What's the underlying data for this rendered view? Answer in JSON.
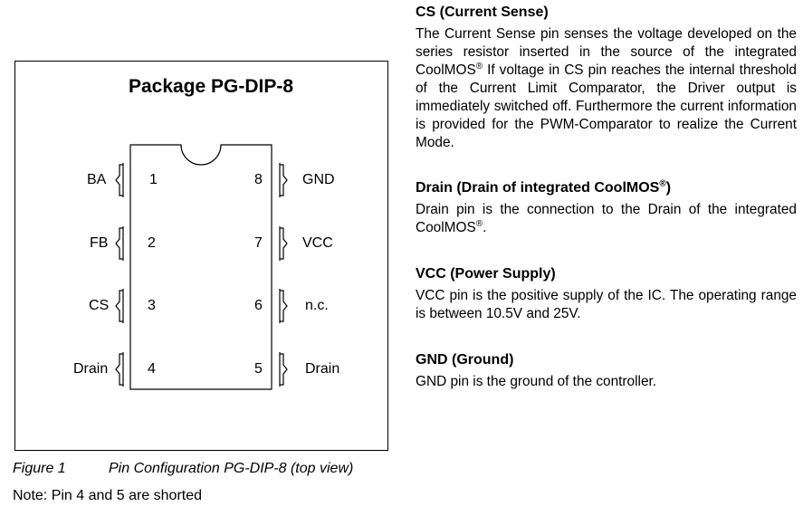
{
  "figure": {
    "package_title": "Package PG-DIP-8",
    "caption_number": "Figure 1",
    "caption_text": "Pin Configuration PG-DIP-8 (top view)",
    "note": "Note: Pin 4 and 5 are shorted",
    "pins_left": [
      {
        "num": "1",
        "name": "BA"
      },
      {
        "num": "2",
        "name": "FB"
      },
      {
        "num": "3",
        "name": "CS"
      },
      {
        "num": "4",
        "name": "Drain"
      }
    ],
    "pins_right": [
      {
        "num": "8",
        "name": "GND"
      },
      {
        "num": "7",
        "name": "VCC"
      },
      {
        "num": "6",
        "name": "n.c."
      },
      {
        "num": "5",
        "name": "Drain"
      }
    ]
  },
  "sections": {
    "cs": {
      "title": "CS (Current Sense)",
      "body_1": "The Current Sense pin senses the voltage developed on the series resistor inserted in the source of the integrated CoolMOS",
      "sup_1": "®",
      "body_2": " If voltage in CS pin reaches the internal threshold of the Current Limit Comparator, the Driver output is immediately switched off. Furthermore the current information is provided for the PWM-Comparator to realize the Current Mode."
    },
    "drain": {
      "title_1": "Drain (Drain of integrated CoolMOS",
      "title_sup": "®",
      "title_2": ")",
      "body_1": "Drain pin is the connection to the Drain of the integrated CoolMOS",
      "body_sup": "®",
      "body_2": "."
    },
    "vcc": {
      "title": "VCC (Power Supply)",
      "body": "VCC pin is the positive supply of the IC. The operating range is between 10.5V and 25V."
    },
    "gnd": {
      "title": "GND (Ground)",
      "body": "GND pin is the ground of the controller."
    }
  }
}
